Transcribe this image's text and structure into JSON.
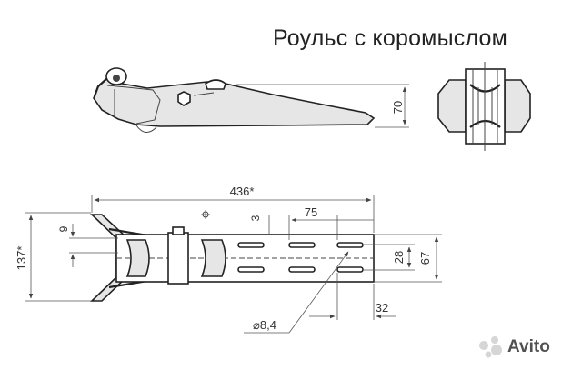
{
  "title": "Роульс с коромыслом",
  "dimensions": {
    "height_side": "70",
    "overall_length": "436*",
    "top_offset": "9",
    "slot_offset": "3",
    "slot_pitch": "75",
    "overall_width": "137*",
    "slot_spacing": "28",
    "body_width": "67",
    "end_offset": "32",
    "hole_diameter": "⌀8,4"
  },
  "watermark": "Avito"
}
